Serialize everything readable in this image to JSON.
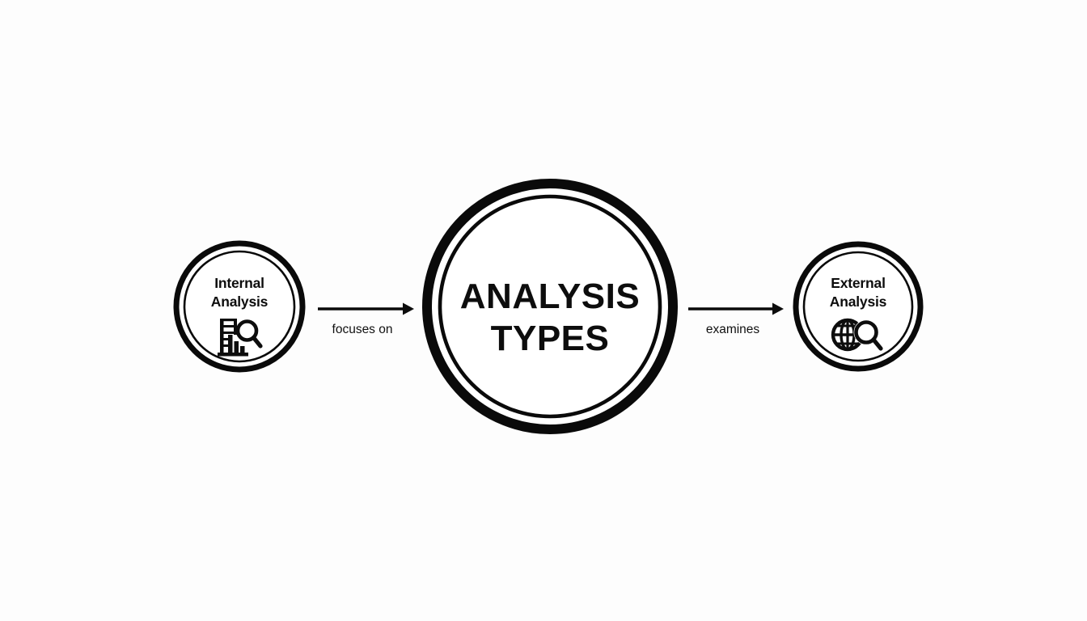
{
  "diagram": {
    "title": "Analysis Types",
    "background_color": "#fdfdfd",
    "ink_color": "#0a0a0a",
    "center_node": {
      "label_line1": "ANALYSIS",
      "label_line2": "TYPES",
      "shape": "double-ring-circle"
    },
    "nodes": [
      {
        "id": "internal",
        "label_line1": "Internal",
        "label_line2": "Analysis",
        "icon": "bar-chart-magnifier-icon",
        "position": "left"
      },
      {
        "id": "external",
        "label_line1": "External",
        "label_line2": "Analysis",
        "icon": "globe-magnifier-icon",
        "position": "right"
      }
    ],
    "edges": [
      {
        "id": "edge-focuses-on",
        "label": "focuses on",
        "from": "internal",
        "to": "center",
        "direction": "right"
      },
      {
        "id": "edge-examines",
        "label": "examines",
        "from": "center",
        "to": "external",
        "direction": "right"
      }
    ]
  }
}
